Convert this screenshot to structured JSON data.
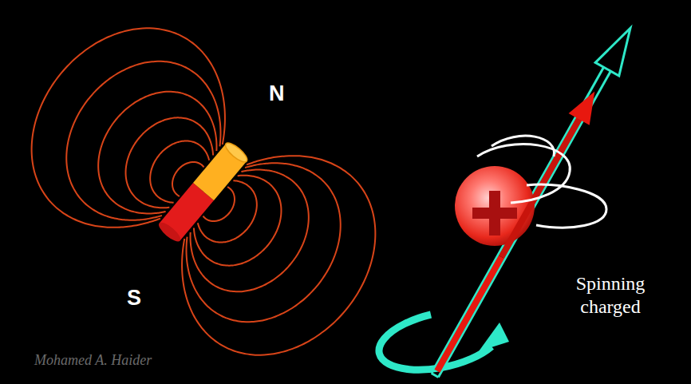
{
  "diagram": {
    "labels": [
      "N",
      "S",
      "Spinning charged",
      "Mohamed A. Haider"
    ]
  }
}
